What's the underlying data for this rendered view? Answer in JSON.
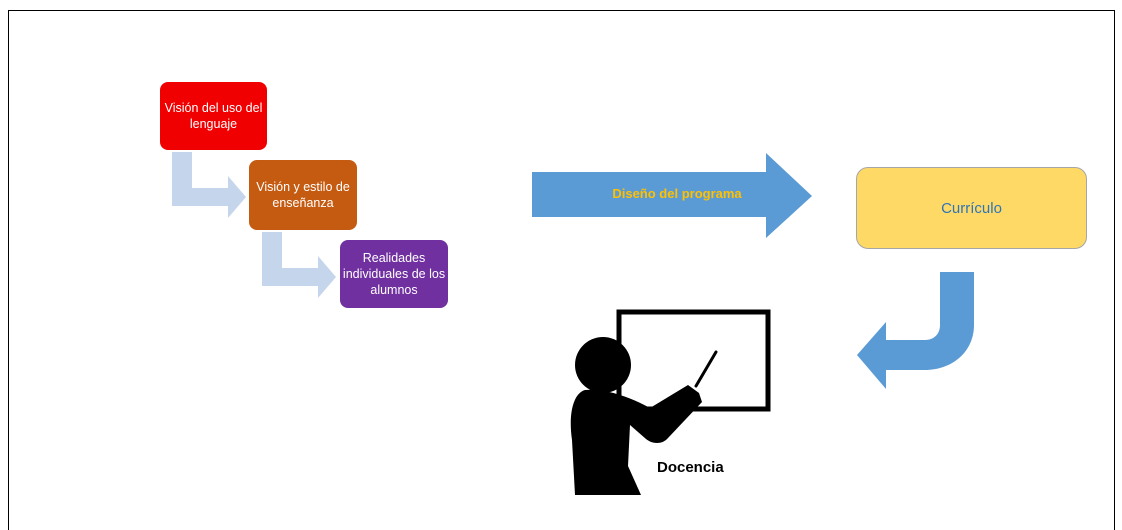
{
  "diagram": {
    "steps": [
      {
        "label": "Visión del uso del lenguaje",
        "color": "#f00000"
      },
      {
        "label": "Visión y estilo de enseñanza",
        "color": "#c55a11"
      },
      {
        "label": "Realidades individuales de los alumnos",
        "color": "#7030a0"
      }
    ],
    "main_arrow_label": "Diseño del programa",
    "result_label": "Currículo",
    "teacher_label": "Docencia",
    "colors": {
      "main_arrow": "#5b9bd5",
      "connector_arrow": "#c5d6ec",
      "result_box": "#ffd966",
      "result_text": "#2e75b6",
      "arrow_text": "#ffc000"
    },
    "icons": [
      "bent-arrow-icon",
      "right-arrow-icon",
      "u-turn-arrow-icon",
      "teacher-whiteboard-icon"
    ]
  }
}
